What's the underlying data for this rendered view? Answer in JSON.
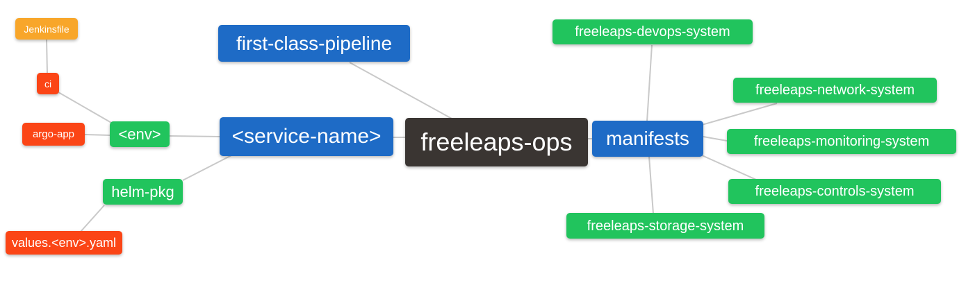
{
  "palette": {
    "orange": "#F8A62A",
    "red": "#FB4516",
    "green": "#21C45D",
    "blue": "#1E6BC6",
    "dark": "#3A3532",
    "edge": "#C9C9C9",
    "text": "#FFFFFF",
    "background": "#FFFFFF"
  },
  "nodes": [
    {
      "id": "jenkinsfile",
      "label": "Jenkinsfile",
      "color": "orange"
    },
    {
      "id": "ci",
      "label": "ci",
      "color": "red"
    },
    {
      "id": "argo-app",
      "label": "argo-app",
      "color": "red"
    },
    {
      "id": "env",
      "label": "<env>",
      "color": "green"
    },
    {
      "id": "service-name",
      "label": "<service-name>",
      "color": "blue"
    },
    {
      "id": "first-class-pipeline",
      "label": "first-class-pipeline",
      "color": "blue"
    },
    {
      "id": "freeleaps-ops",
      "label": "freeleaps-ops",
      "color": "dark"
    },
    {
      "id": "manifests",
      "label": "manifests",
      "color": "blue"
    },
    {
      "id": "freeleaps-devops-system",
      "label": "freeleaps-devops-system",
      "color": "green"
    },
    {
      "id": "freeleaps-network-system",
      "label": "freeleaps-network-system",
      "color": "green"
    },
    {
      "id": "freeleaps-monitoring-system",
      "label": "freeleaps-monitoring-system",
      "color": "green"
    },
    {
      "id": "freeleaps-controls-system",
      "label": "freeleaps-controls-system",
      "color": "green"
    },
    {
      "id": "freeleaps-storage-system",
      "label": "freeleaps-storage-system",
      "color": "green"
    },
    {
      "id": "helm-pkg",
      "label": "helm-pkg",
      "color": "green"
    },
    {
      "id": "values-env-yaml",
      "label": "values.<env>.yaml",
      "color": "red"
    }
  ],
  "edges": [
    {
      "from": "jenkinsfile",
      "to": "ci"
    },
    {
      "from": "ci",
      "to": "env"
    },
    {
      "from": "argo-app",
      "to": "env"
    },
    {
      "from": "env",
      "to": "service-name"
    },
    {
      "from": "helm-pkg",
      "to": "service-name"
    },
    {
      "from": "values-env-yaml",
      "to": "helm-pkg"
    },
    {
      "from": "first-class-pipeline",
      "to": "freeleaps-ops"
    },
    {
      "from": "service-name",
      "to": "freeleaps-ops"
    },
    {
      "from": "freeleaps-ops",
      "to": "manifests"
    },
    {
      "from": "manifests",
      "to": "freeleaps-devops-system"
    },
    {
      "from": "manifests",
      "to": "freeleaps-network-system"
    },
    {
      "from": "manifests",
      "to": "freeleaps-monitoring-system"
    },
    {
      "from": "manifests",
      "to": "freeleaps-controls-system"
    },
    {
      "from": "manifests",
      "to": "freeleaps-storage-system"
    }
  ]
}
